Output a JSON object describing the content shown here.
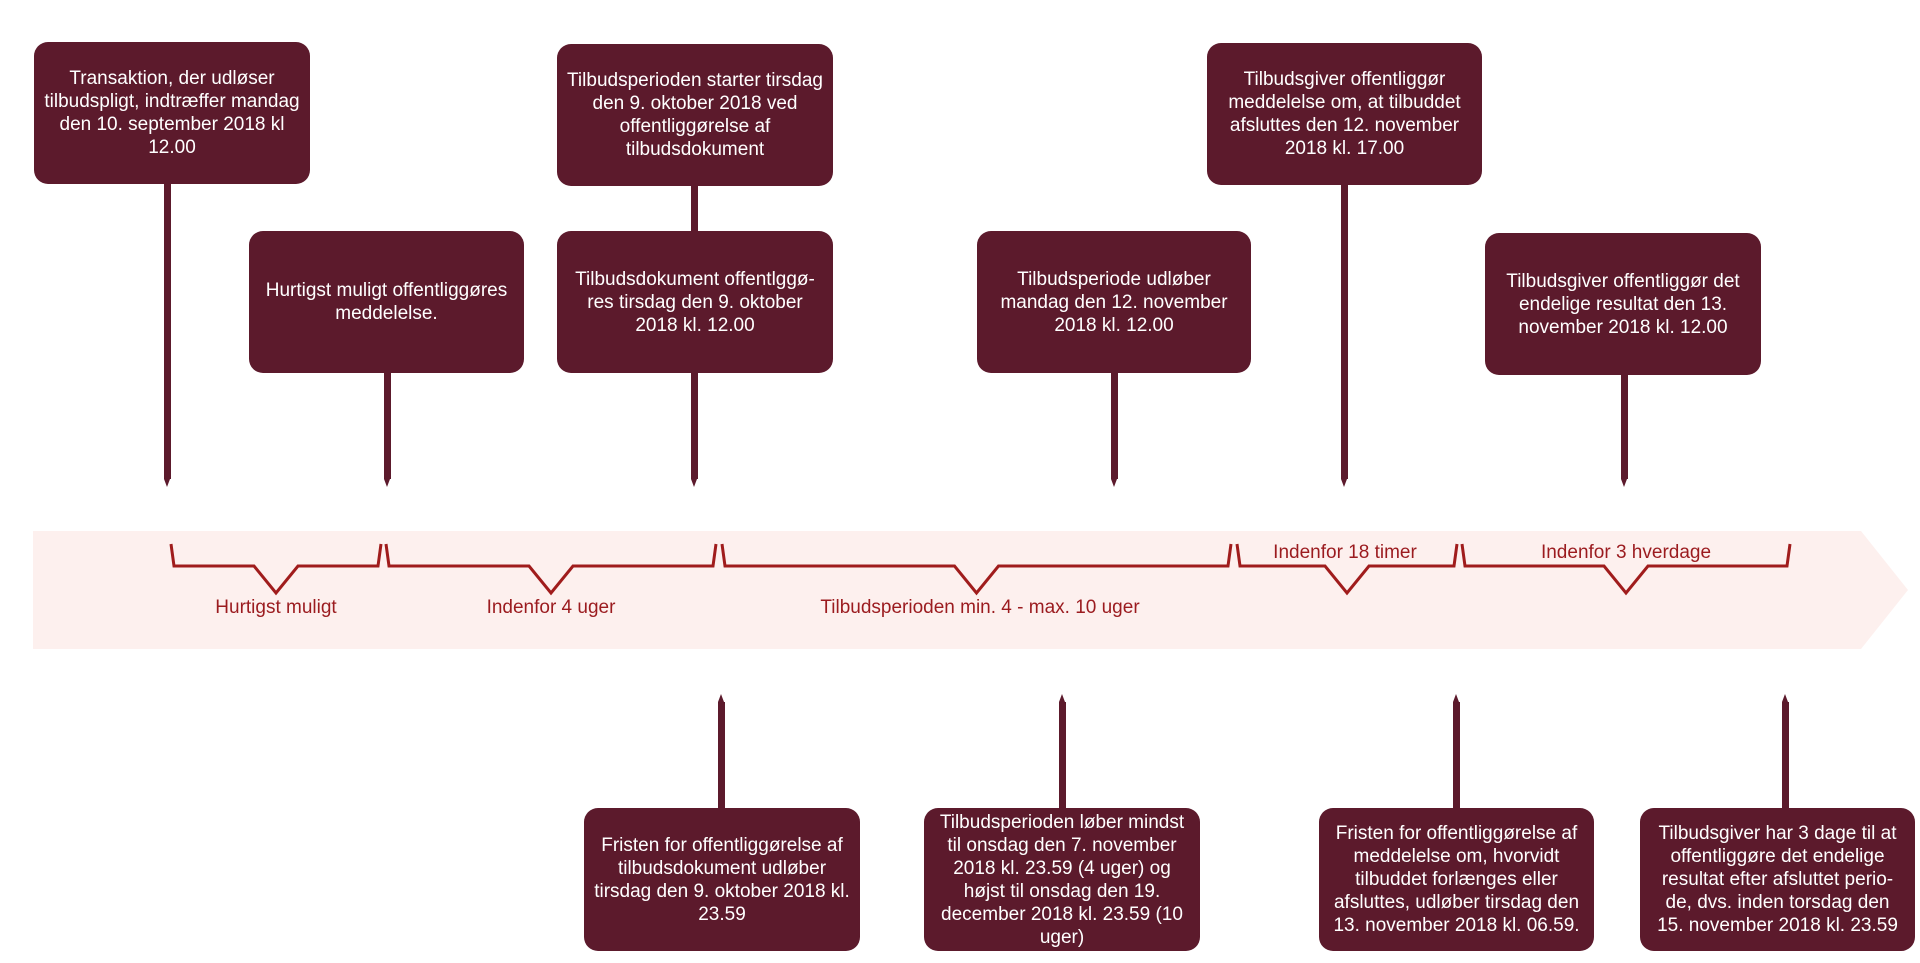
{
  "top_events": [
    {
      "text": "Transaktion, der udløser tilbudspligt, indtræffer mandag den 10. september 2018 kl 12.00"
    },
    {
      "text": "Hurtigst muligt offentliggøres meddelelse."
    },
    {
      "text": "Tilbudsperioden starter tirsdag den 9. oktober 2018 ved offentliggørelse af tilbudsdokument"
    },
    {
      "text": "Tilbudsdokument offentlggø-res tirsdag den 9. oktober 2018 kl. 12.00"
    },
    {
      "text": "Tilbudsperiode udløber mandag den 12. november 2018 kl. 12.00"
    },
    {
      "text": "Tilbudsgiver offentliggør meddelelse om, at tilbuddet afsluttes den 12. november 2018 kl. 17.00"
    },
    {
      "text": "Tilbudsgiver offentliggør det endelige resultat den 13. november 2018 kl. 12.00"
    }
  ],
  "periods": [
    {
      "label": "Hurtigst muligt"
    },
    {
      "label": "Indenfor 4 uger"
    },
    {
      "label": "Tilbudsperioden min. 4 - max. 10 uger"
    },
    {
      "label": "Indenfor 18 timer"
    },
    {
      "label": "Indenfor 3 hverdage"
    }
  ],
  "bottom_events": [
    {
      "text": "Fristen for offentliggørelse af tilbudsdokument udløber tirsdag den 9. oktober 2018 kl. 23.59"
    },
    {
      "text": "Tilbudsperioden løber mindst til onsdag den 7. november 2018 kl. 23.59 (4 uger) og højst til onsdag den 19. december 2018 kl. 23.59 (10 uger)"
    },
    {
      "text": "Fristen for offentliggørelse af meddelelse om, hvorvidt tilbuddet forlænges eller afsluttes, udløber tirsdag den 13. november 2018 kl. 06.59."
    },
    {
      "text": "Tilbudsgiver har 3 dage til at offentliggøre det endelige resultat efter afsluttet perio-de, dvs. inden torsdag den 15. november 2018 kl. 23.59"
    }
  ],
  "colors": {
    "box": "#5c1a2c",
    "bracket": "#a01c1c",
    "band": "#fdf0ee",
    "label": "#9b1b1f"
  }
}
